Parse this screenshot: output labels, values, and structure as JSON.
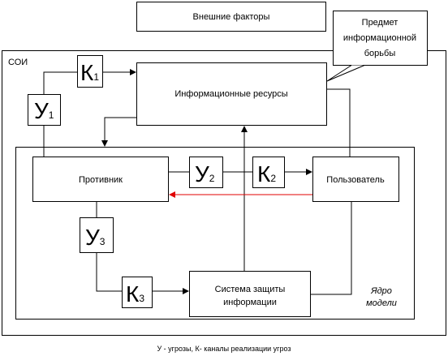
{
  "external_factors": "Внешние факторы",
  "subject_of_warfare": [
    "Предмет",
    "информационной",
    "борьбы"
  ],
  "soi_label": "СОИ",
  "information_resources": "Информационные ресурсы",
  "adversary": "Противник",
  "user": "Пользователь",
  "protection_system": [
    "Система защиты",
    "информации"
  ],
  "core_model": [
    "Ядро",
    "модели"
  ],
  "threats": [
    {
      "letter": "У",
      "index": "1"
    },
    {
      "letter": "У",
      "index": "2"
    },
    {
      "letter": "У",
      "index": "3"
    }
  ],
  "channels": [
    {
      "letter": "К",
      "index": "1"
    },
    {
      "letter": "К",
      "index": "2"
    },
    {
      "letter": "К",
      "index": "3"
    }
  ],
  "caption": "У - угрозы, К- каналы реализации угроз",
  "colors": {
    "line": "#000000",
    "red_arrow": "#e00000",
    "background": "#ffffff"
  }
}
